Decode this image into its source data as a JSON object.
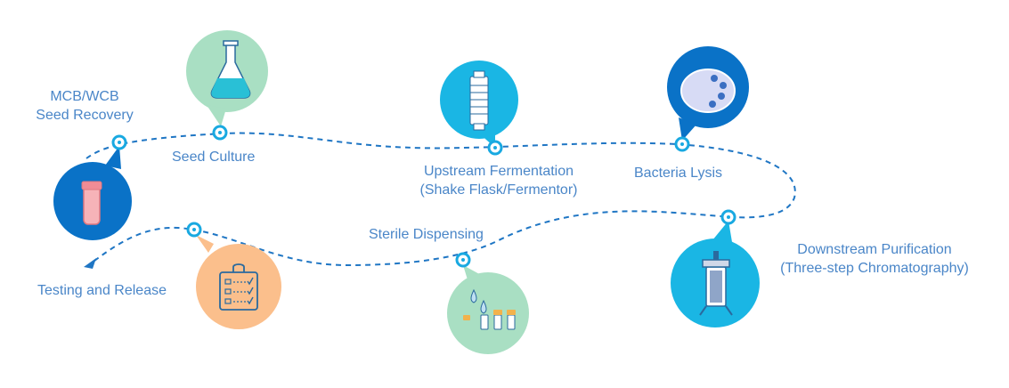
{
  "steps": [
    {
      "line1": "MCB/WCB",
      "line2": "Seed Recovery",
      "icon": "vial-icon",
      "bubble_color": "#0a72c7"
    },
    {
      "line1": "Seed Culture",
      "icon": "flask-icon",
      "bubble_color": "#a9dfc3"
    },
    {
      "line1": "Upstream Fermentation",
      "line2": "(Shake Flask/Fermentor)",
      "icon": "fermentor-icon",
      "bubble_color": "#1ab6e4"
    },
    {
      "line1": "Bacteria Lysis",
      "icon": "bacteria-cell-icon",
      "bubble_color": "#0a72c7"
    },
    {
      "line1": "Downstream Purification",
      "line2": "(Three-step Chromatography)",
      "icon": "chromatography-column-icon",
      "bubble_color": "#1ab6e4"
    },
    {
      "line1": "Sterile Dispensing",
      "icon": "dispensing-vials-icon",
      "bubble_color": "#a9dfc3"
    },
    {
      "line1": "Testing and Release",
      "icon": "checklist-clipboard-icon",
      "bubble_color": "#fbbf8c"
    }
  ],
  "colors": {
    "path": "#1f76c4",
    "label": "#4a86c8",
    "node": "#19a9e1"
  }
}
